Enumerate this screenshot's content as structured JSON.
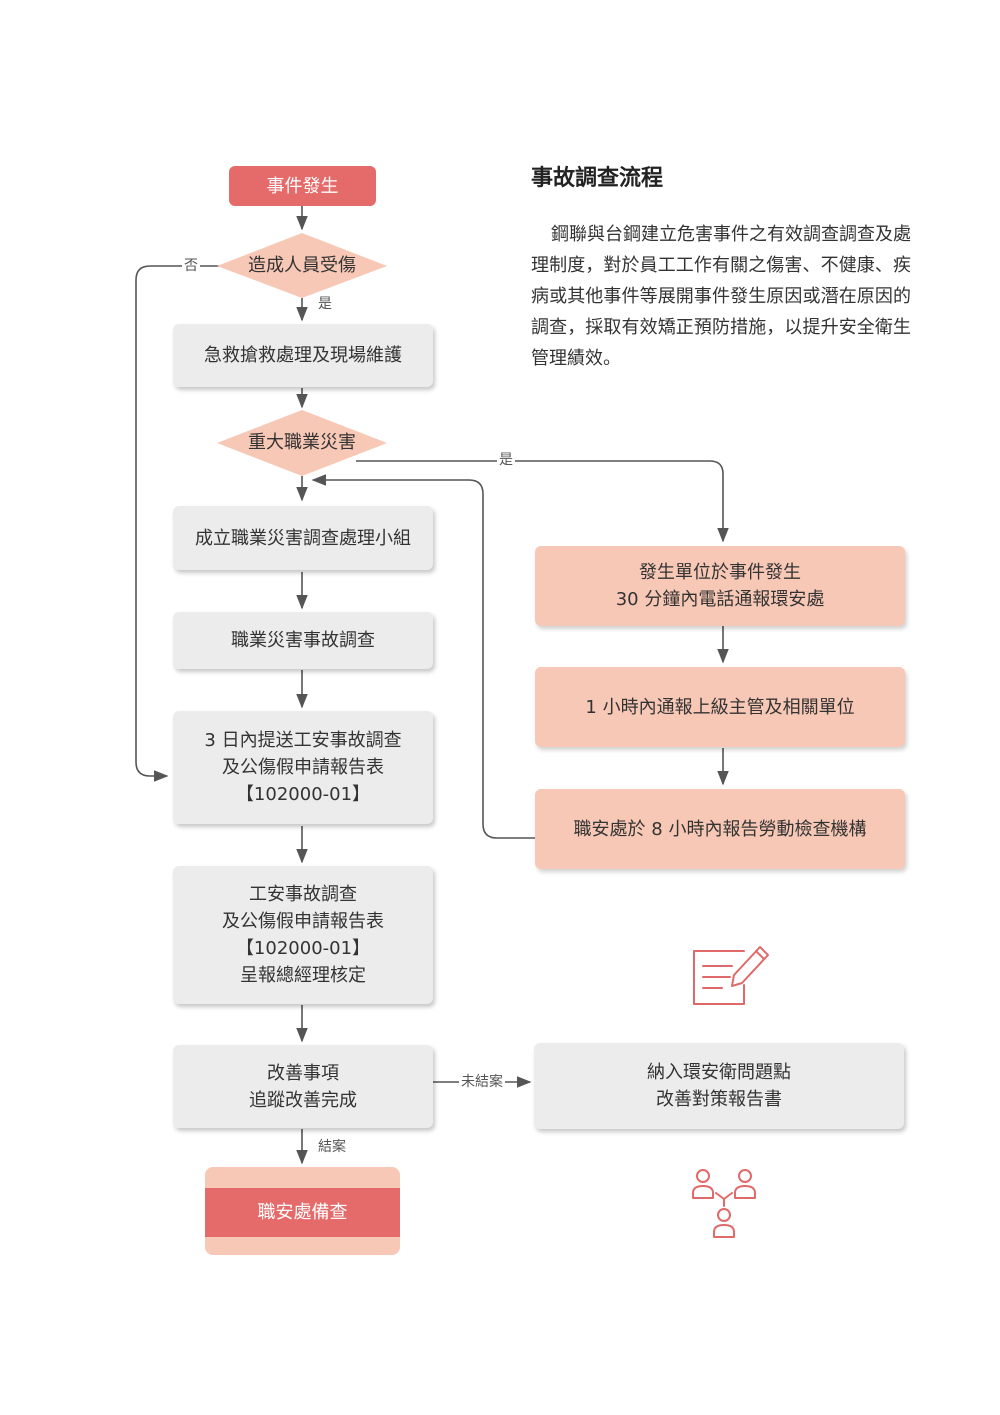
{
  "title": "事故調查流程",
  "description": "鋼聯與台鋼建立危害事件之有效調查調查及處理制度，對於員工工作有關之傷害、不健康、疾病或其他事件等展開事件發生原因或潛在原因的調查，採取有效矯正預防措施，以提升安全衛生管理績效。",
  "nodes": {
    "start": "事件發生",
    "injury_check": "造成人員受傷",
    "first_aid": "急救搶救處理及現場維護",
    "major_check": "重大職業災害",
    "form_team": "成立職業災害調查處理小組",
    "investigate": "職業災害事故調查",
    "submit_report": [
      "3 日內提送工安事故調查",
      "及公傷假申請報告表",
      "【102000-01】"
    ],
    "approve_report": [
      "工安事故調查",
      "及公傷假申請報告表",
      "【102000-01】",
      "呈報總經理核定"
    ],
    "improve_items": [
      "改善事項",
      "追蹤改善完成"
    ],
    "end": "職安處備查",
    "notify_30min": [
      "發生單位於事件發生",
      "30 分鐘內電話通報環安處"
    ],
    "notify_1hr": "1 小時內通報上級主管及相關單位",
    "report_8hr": "職安處於 8 小時內報告勞動檢查機構",
    "include_issue": [
      "納入環安衛問題點",
      "改善對策報告書"
    ]
  },
  "edge_labels": {
    "no": "否",
    "yes_injury": "是",
    "yes_major": "是",
    "not_closed": "未結案",
    "closed": "結案"
  },
  "colors": {
    "grey_box": "#ececec",
    "pink_box": "#f8c8b6",
    "red_box": "#e56b6b",
    "diamond": "#f8c8b6",
    "line": "#555555",
    "icon": "#e06a6a"
  },
  "icons": [
    "document-pen-icon",
    "people-network-icon"
  ]
}
